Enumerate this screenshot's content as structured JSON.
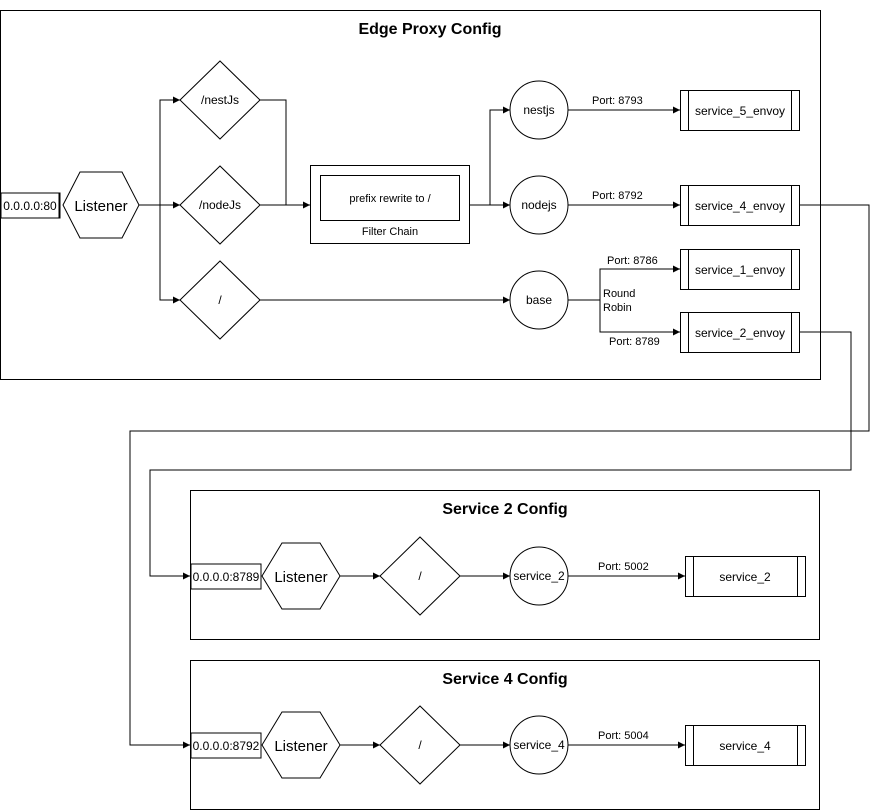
{
  "edge": {
    "title": "Edge Proxy Config",
    "address": "0.0.0.0:80",
    "listener": "Listener",
    "routes": {
      "nestjs": "/nestJs",
      "nodejs": "/nodeJs",
      "root": "/"
    },
    "filter": {
      "inner": "prefix rewrite to /",
      "caption": "Filter Chain"
    },
    "clusters": {
      "nestjs": "nestjs",
      "nodejs": "nodejs",
      "base": "base"
    },
    "ports": {
      "nestjs": "Port: 8793",
      "nodejs": "Port: 8792",
      "base_1": "Port: 8786",
      "base_2": "Port: 8789"
    },
    "round_robin": [
      "Round",
      "Robin"
    ],
    "services": {
      "s5": "service_5_envoy",
      "s4": "service_4_envoy",
      "s1": "service_1_envoy",
      "s2": "service_2_envoy"
    }
  },
  "svc2": {
    "title": "Service 2 Config",
    "address": "0.0.0.0:8789",
    "listener": "Listener",
    "route": "/",
    "cluster": "service_2",
    "port": "Port: 5002",
    "service": "service_2"
  },
  "svc4": {
    "title": "Service 4 Config",
    "address": "0.0.0.0:8792",
    "listener": "Listener",
    "route": "/",
    "cluster": "service_4",
    "port": "Port: 5004",
    "service": "service_4"
  }
}
